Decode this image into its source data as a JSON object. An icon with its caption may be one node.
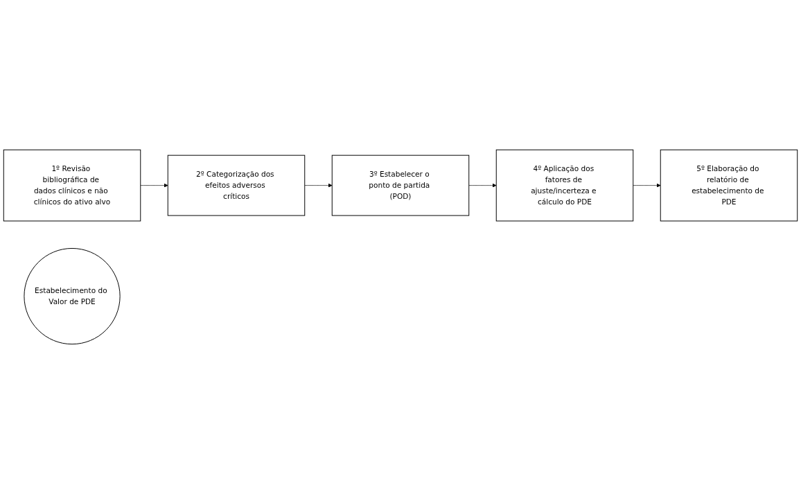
{
  "diagram": {
    "nodes": [
      {
        "text": [
          "1º Revisão bibliográfica de dados clínicos e não clínicos do ativo alvo"
        ]
      },
      {
        "text": [
          "2º Categorização dos efeitos adversos críticos"
        ]
      },
      {
        "text": [
          "3º Estabelecer o ponto de partida (POD)"
        ]
      },
      {
        "text": [
          "4º Aplicação dos fatores de ajuste/incerteza e cálculo do PDE"
        ]
      },
      {
        "text": [
          "5º Elaboração do relatório de estabelecimento de PDE"
        ]
      },
      {
        "text": [
          "Estabelecimento do Valor de PDE"
        ]
      }
    ],
    "edges": [
      {
        "from": 0,
        "to": 1,
        "arrow": "to"
      },
      {
        "from": 1,
        "to": 2,
        "arrow": "to"
      },
      {
        "from": 2,
        "to": 3,
        "arrow": "to"
      },
      {
        "from": 3,
        "to": 4,
        "arrow": "to"
      }
    ]
  }
}
